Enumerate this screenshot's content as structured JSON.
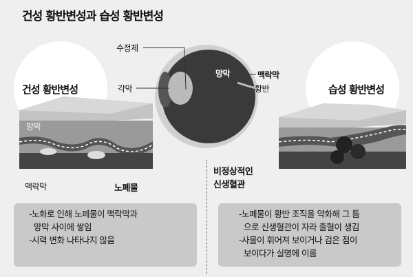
{
  "title": "건성 황반변성과 습성 황반변성",
  "eye": {
    "labels": {
      "aqueous": "수정체",
      "cornea": "각막",
      "retina": "망막",
      "choroid": "맥락막",
      "macula": "황반"
    }
  },
  "dry": {
    "heading": "건성 황반변성",
    "labels": {
      "retina": "망막",
      "choroid": "맥락막",
      "drusen": "노폐물"
    },
    "notes": [
      "-노화로 인해 노폐물이 맥락막과",
      "망막 사이에 쌓임",
      "-시력 변화 나타나지 않음"
    ]
  },
  "wet": {
    "heading": "습성 황반변성",
    "labels": {
      "vessels_line1": "비정상적인",
      "vessels_line2": "신생혈관"
    },
    "notes": [
      "-노폐물이 황반 조직을 약화해 그 틈",
      "으로 신생혈관이 자라 출혈이 생김",
      "-사물이 휘어져 보이거나 검은 점이",
      "보이다가 실명에 이름"
    ]
  },
  "colors": {
    "background": "#efefef",
    "box": "#c9c9c9",
    "eye": "#3a3a3a"
  }
}
